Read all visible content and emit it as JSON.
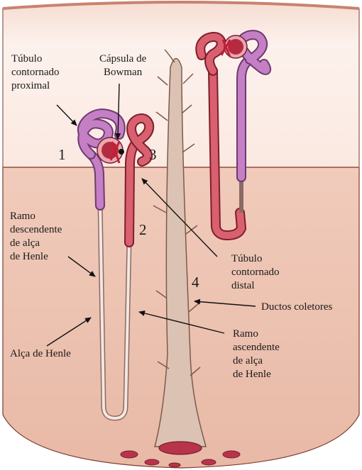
{
  "labels": {
    "pct": [
      "Túbulo",
      "contornado",
      "proximal"
    ],
    "bowman": [
      "Cápsula de",
      "Bowman"
    ],
    "desc": [
      "Ramo",
      "descendente",
      "de alça",
      "de Henle"
    ],
    "loop": "Alça de Henle",
    "dct": [
      "Túbulo",
      "contornado",
      "distal"
    ],
    "ducts": "Ductos coletores",
    "asc": [
      "Ramo",
      "ascendente",
      "de alça",
      "de Henle"
    ]
  },
  "numbers": [
    "1",
    "2",
    "3",
    "4"
  ],
  "colors": {
    "cortex": "#fbefe9",
    "medulla": "#eec7b6",
    "proximal_tubule": "#c57fc4",
    "distal_tubule": "#d9606f",
    "glomerulus": "#b52a40",
    "collecting_duct": "#dcc2b2",
    "thin_limb": "#c9b3ab"
  }
}
